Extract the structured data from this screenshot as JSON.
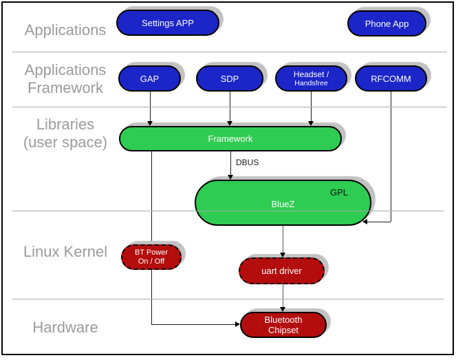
{
  "layers": {
    "applications": "Applications",
    "applications_framework_line1": "Applications",
    "applications_framework_line2": "Framework",
    "libraries_line1": "Libraries",
    "libraries_line2": "(user space)",
    "linux_kernel": "Linux Kernel",
    "hardware": "Hardware"
  },
  "nodes": {
    "settings_app": "Settings APP",
    "phone_app": "Phone App",
    "gap": "GAP",
    "sdp": "SDP",
    "headset_line1": "Headset /",
    "headset_line2": "Handsfree",
    "rfcomm": "RFCOMM",
    "framework": "Framework",
    "bluez": "BlueZ",
    "gpl": "GPL",
    "bt_power_line1": "BT Power",
    "bt_power_line2": "On / Off",
    "uart_driver": "uart driver",
    "bluetooth_chipset_line1": "Bluetooth",
    "bluetooth_chipset_line2": "Chipset"
  },
  "labels": {
    "dbus": "DBUS"
  },
  "colors": {
    "app_node_blue": "#1b25c8",
    "library_node_green": "#2ecc52",
    "kernel_node_red": "#b30d0d",
    "layer_label_gray": "#9b9b9b",
    "divider_gray": "#a8a8a8",
    "border_black": "#000000"
  }
}
